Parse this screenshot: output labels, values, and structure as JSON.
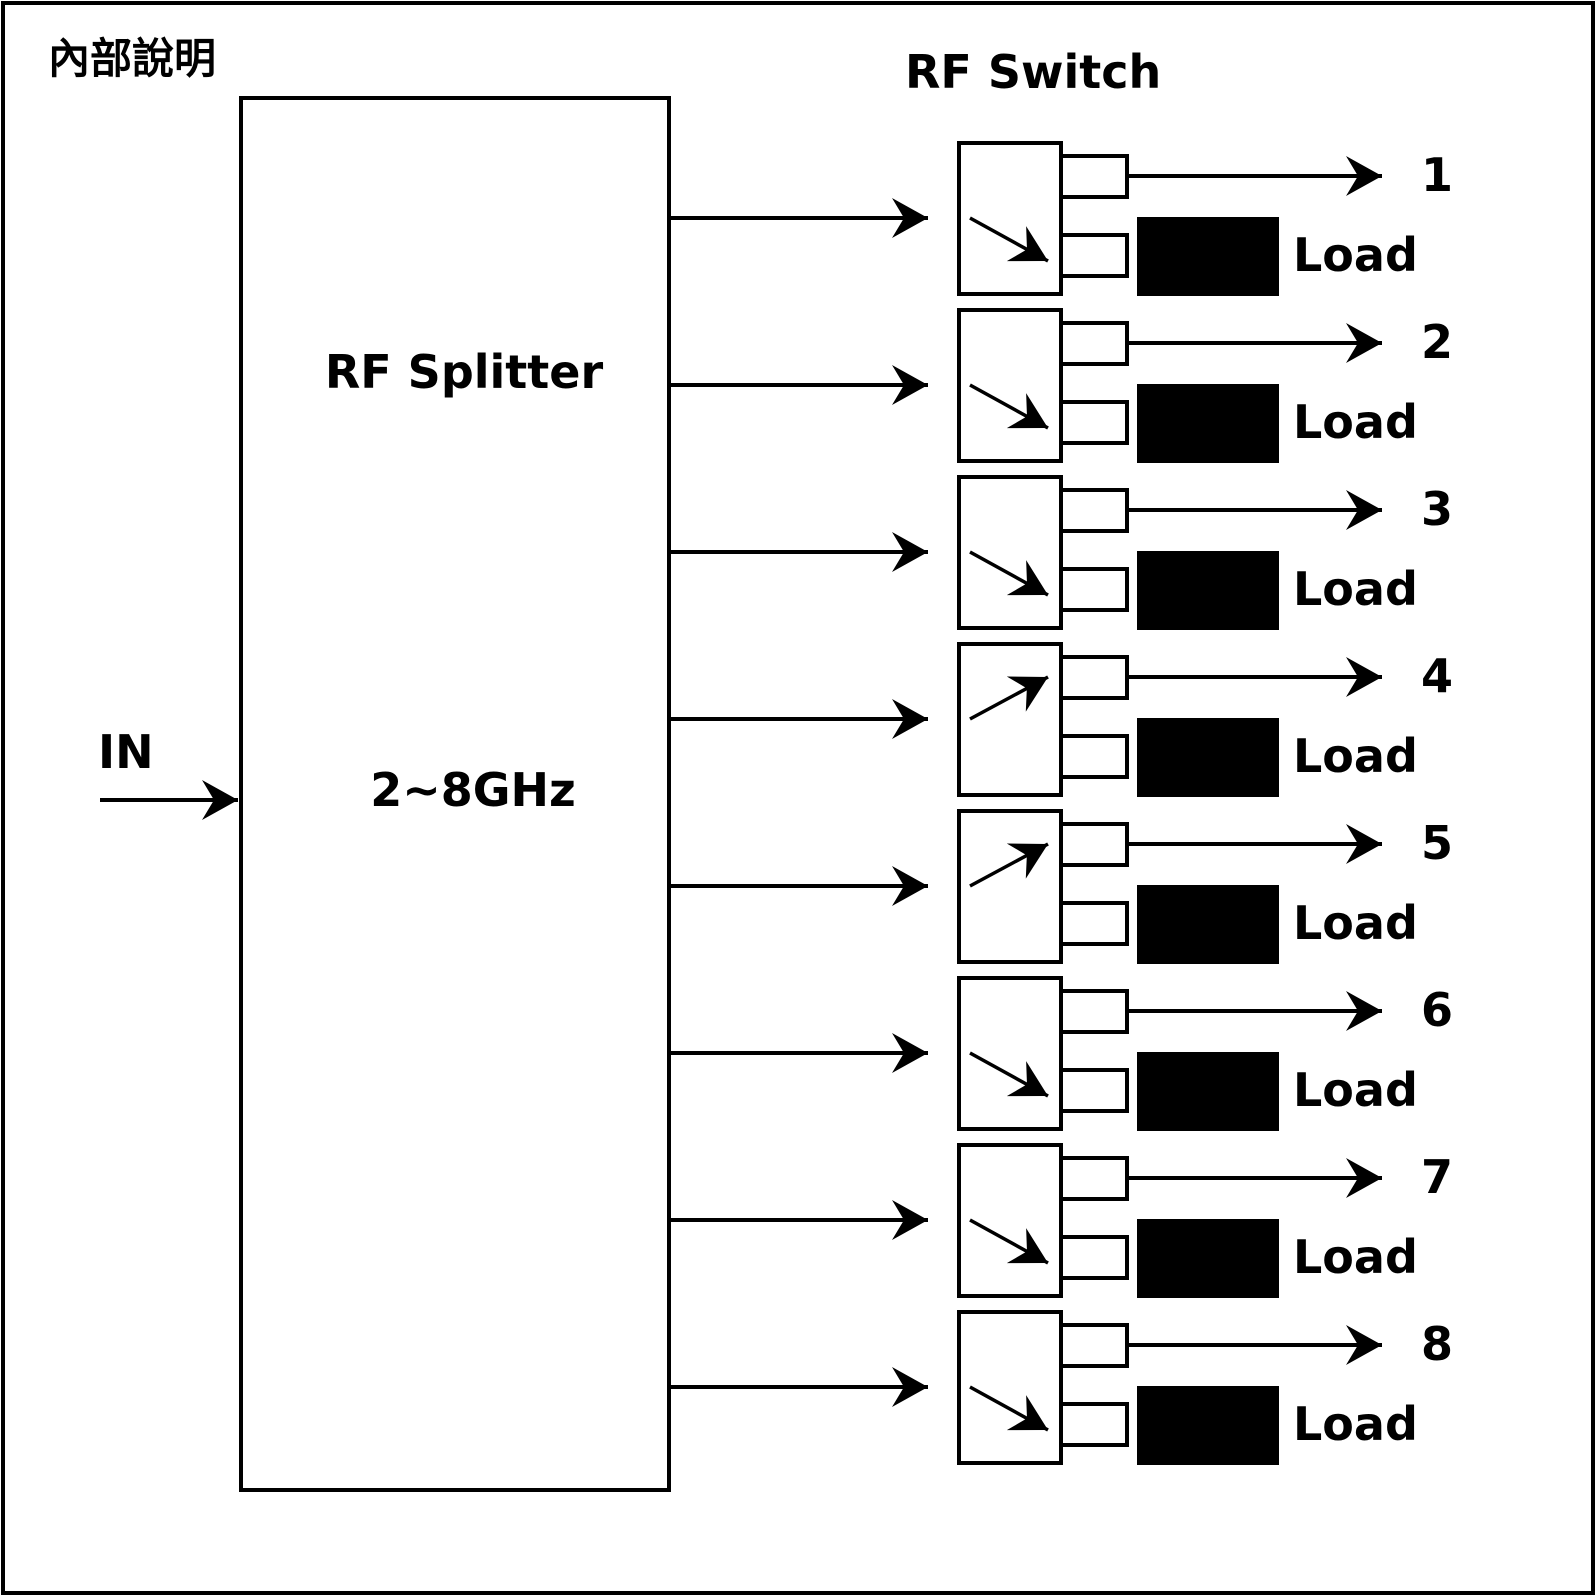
{
  "title": "內部說明",
  "splitter": {
    "label": "RF Splitter",
    "frequency": "2~8GHz"
  },
  "input_label": "IN",
  "switch_group_label": "RF Switch",
  "load_label": "Load",
  "channels": [
    {
      "number": "1",
      "state": "load"
    },
    {
      "number": "2",
      "state": "load"
    },
    {
      "number": "3",
      "state": "load"
    },
    {
      "number": "4",
      "state": "output"
    },
    {
      "number": "5",
      "state": "output"
    },
    {
      "number": "6",
      "state": "load"
    },
    {
      "number": "7",
      "state": "load"
    },
    {
      "number": "8",
      "state": "load"
    }
  ],
  "colors": {
    "line": "#000000",
    "background": "#ffffff",
    "load_fill": "#000000"
  }
}
